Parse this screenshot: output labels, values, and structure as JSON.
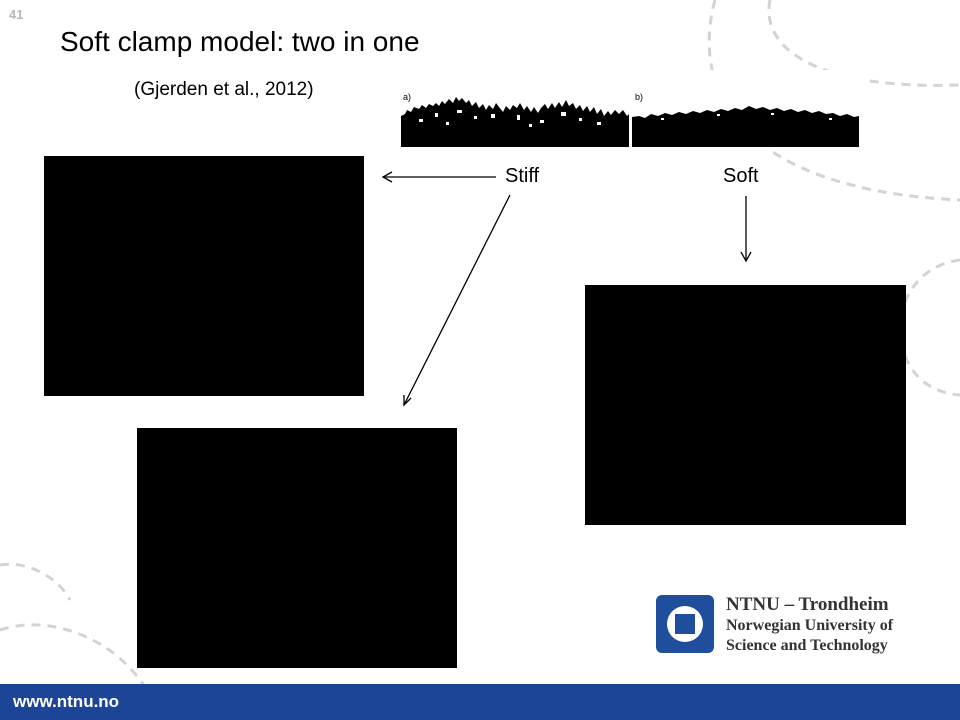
{
  "slide": {
    "number": "41",
    "title": "Soft clamp model: two in one",
    "citation": "(Gjerden et al., 2012)"
  },
  "figure": {
    "panel_a_label": "a)",
    "panel_b_label": "b)",
    "stiff_label": "Stiff",
    "soft_label": "Soft"
  },
  "branding": {
    "org_name": "NTNU – Trondheim",
    "org_line2": "Norwegian University of",
    "org_line3": "Science and Technology",
    "url": "www.ntnu.no"
  },
  "colors": {
    "footer": "#1d4597",
    "logo": "#1f4e9c",
    "decoration": "#cfcfcf"
  }
}
